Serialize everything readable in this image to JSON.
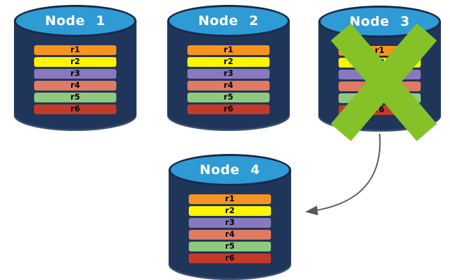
{
  "diagram": {
    "nodes": [
      {
        "id": "node-1",
        "label": "Node 1",
        "failed": false
      },
      {
        "id": "node-2",
        "label": "Node 2",
        "failed": false
      },
      {
        "id": "node-3",
        "label": "Node 3",
        "failed": true
      },
      {
        "id": "node-4",
        "label": "Node 4",
        "failed": false
      }
    ],
    "rows": [
      {
        "label": "r1",
        "color": "#F7941D"
      },
      {
        "label": "r2",
        "color": "#FCF400"
      },
      {
        "label": "r3",
        "color": "#8878BE"
      },
      {
        "label": "r4",
        "color": "#E07B63"
      },
      {
        "label": "r5",
        "color": "#8FC97E"
      },
      {
        "label": "r6",
        "color": "#C33B28"
      }
    ],
    "cylinder": {
      "body_color": "#20355A",
      "top_color": "#2E9BD5",
      "outline_color": "#17294A",
      "label_color": "#FFFFFF"
    },
    "failure_mark": {
      "icon": "green-x",
      "color": "#84C228",
      "on_node": "Node 3"
    },
    "arrow": {
      "from": "Node 3",
      "to": "Node 4",
      "color": "#595959"
    }
  }
}
